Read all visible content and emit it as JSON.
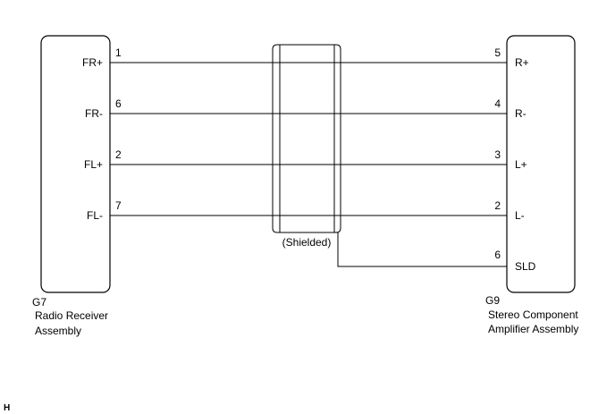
{
  "left_component": {
    "code": "G7",
    "name_line1": "Radio Receiver",
    "name_line2": "Assembly"
  },
  "right_component": {
    "code": "G9",
    "name_line1": "Stereo Component",
    "name_line2": "Amplifier Assembly"
  },
  "shield_label": "(Shielded)",
  "corner_mark": "H",
  "wires": [
    {
      "left_signal": "FR+",
      "left_pin": "1",
      "right_pin": "5",
      "right_signal": "R+"
    },
    {
      "left_signal": "FR-",
      "left_pin": "6",
      "right_pin": "4",
      "right_signal": "R-"
    },
    {
      "left_signal": "FL+",
      "left_pin": "2",
      "right_pin": "3",
      "right_signal": "L+"
    },
    {
      "left_signal": "FL-",
      "left_pin": "7",
      "right_pin": "2",
      "right_signal": "L-"
    }
  ],
  "shield_wire": {
    "right_pin": "6",
    "right_signal": "SLD"
  }
}
